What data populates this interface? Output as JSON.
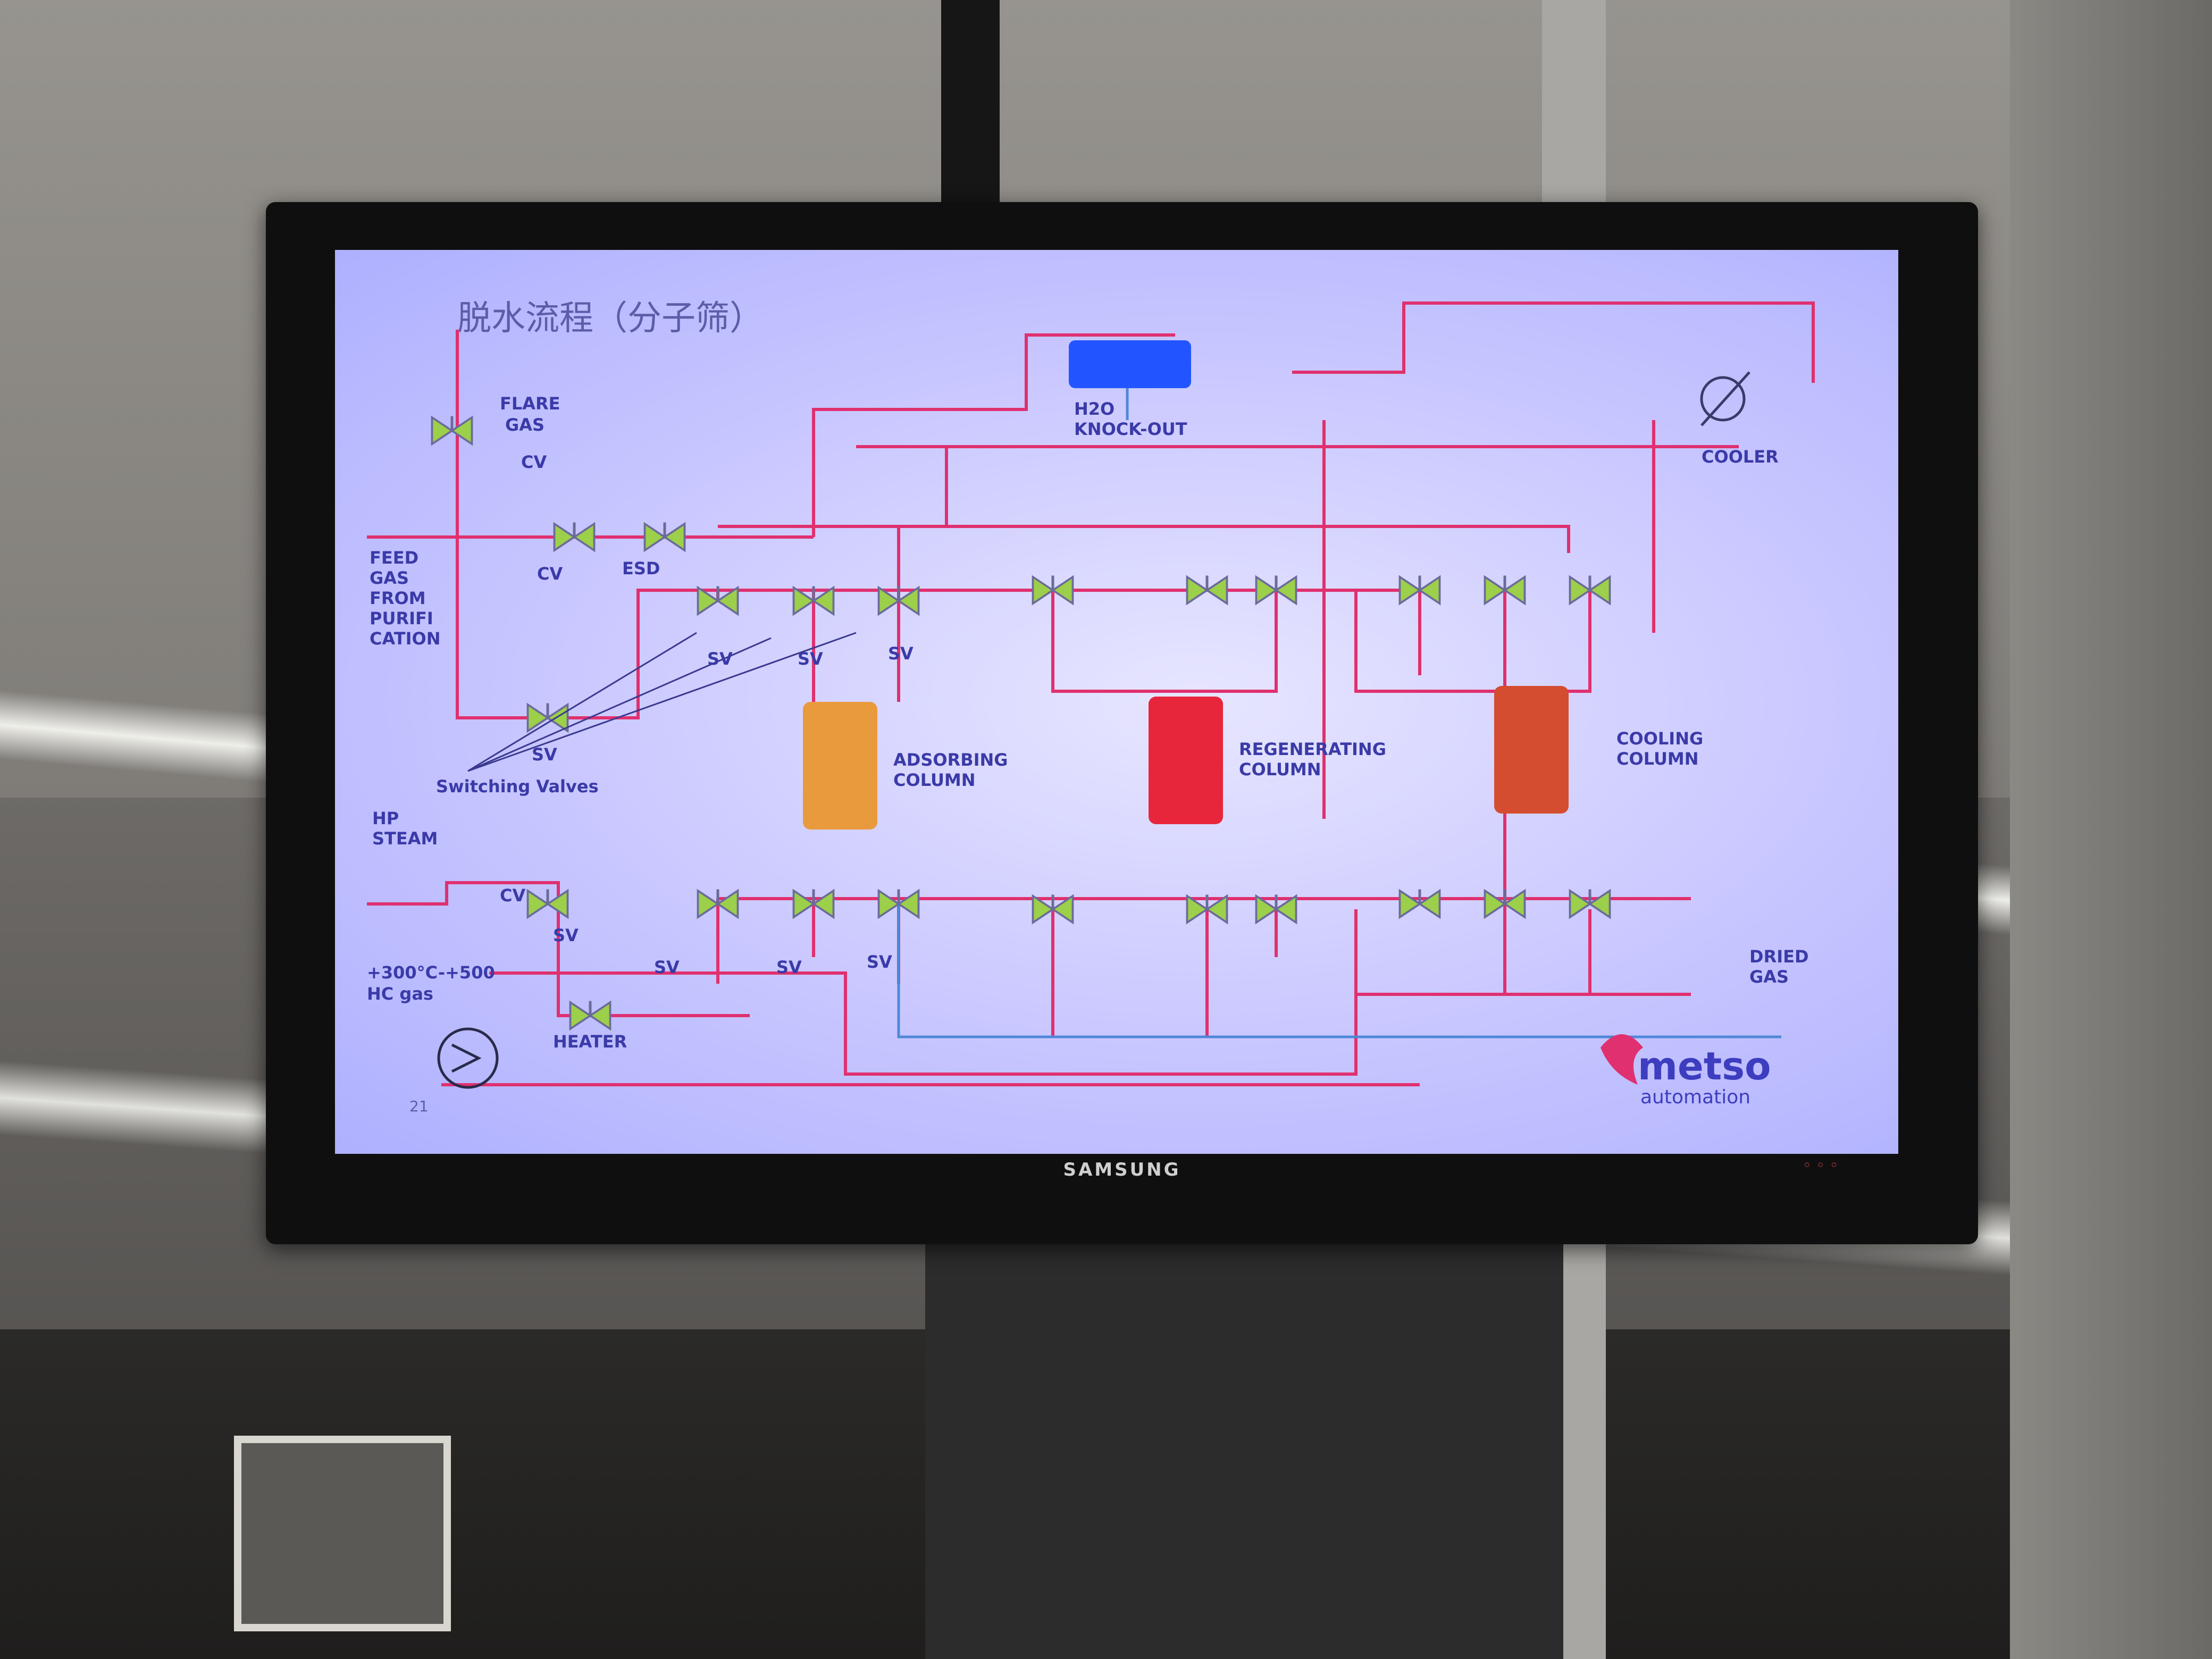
{
  "tv": {
    "brand": "SAMSUNG",
    "leds": "◦ ◦ ◦"
  },
  "slide": {
    "title": "脱水流程（分子筛）",
    "page_number": "21",
    "logo": {
      "name": "metso",
      "sub": "automation"
    }
  },
  "labels": {
    "flare_gas_1": "FLARE",
    "flare_gas_2": "GAS",
    "cv": "CV",
    "esd": "ESD",
    "feed_1": "FEED",
    "feed_2": "GAS",
    "feed_3": "FROM",
    "feed_4": "PURIFI",
    "feed_5": "CATION",
    "sv": "SV",
    "switching_valves": "Switching Valves",
    "hp_steam_1": "HP",
    "hp_steam_2": "STEAM",
    "hc_gas_1": "+300°C-+500",
    "hc_gas_2": "HC gas",
    "heater": "HEATER",
    "h2o_1": "H2O",
    "h2o_2": "KNOCK-OUT",
    "cooler": "COOLER",
    "adsorbing_1": "ADSORBING",
    "adsorbing_2": "COLUMN",
    "regenerating_1": "REGENERATING",
    "regenerating_2": "COLUMN",
    "cooling_1": "COOLING",
    "cooling_2": "COLUMN",
    "dried_1": "DRIED",
    "dried_2": "GAS"
  },
  "colors": {
    "pipe": "#e0306f",
    "water_line": "#4f88d8",
    "valve": "#9ccf4a",
    "knockout": "#2255ff",
    "adsorbing": "#e99a3c",
    "regenerating": "#e8263b",
    "cooling": "#d44d30",
    "text": "#3a3aa8"
  }
}
